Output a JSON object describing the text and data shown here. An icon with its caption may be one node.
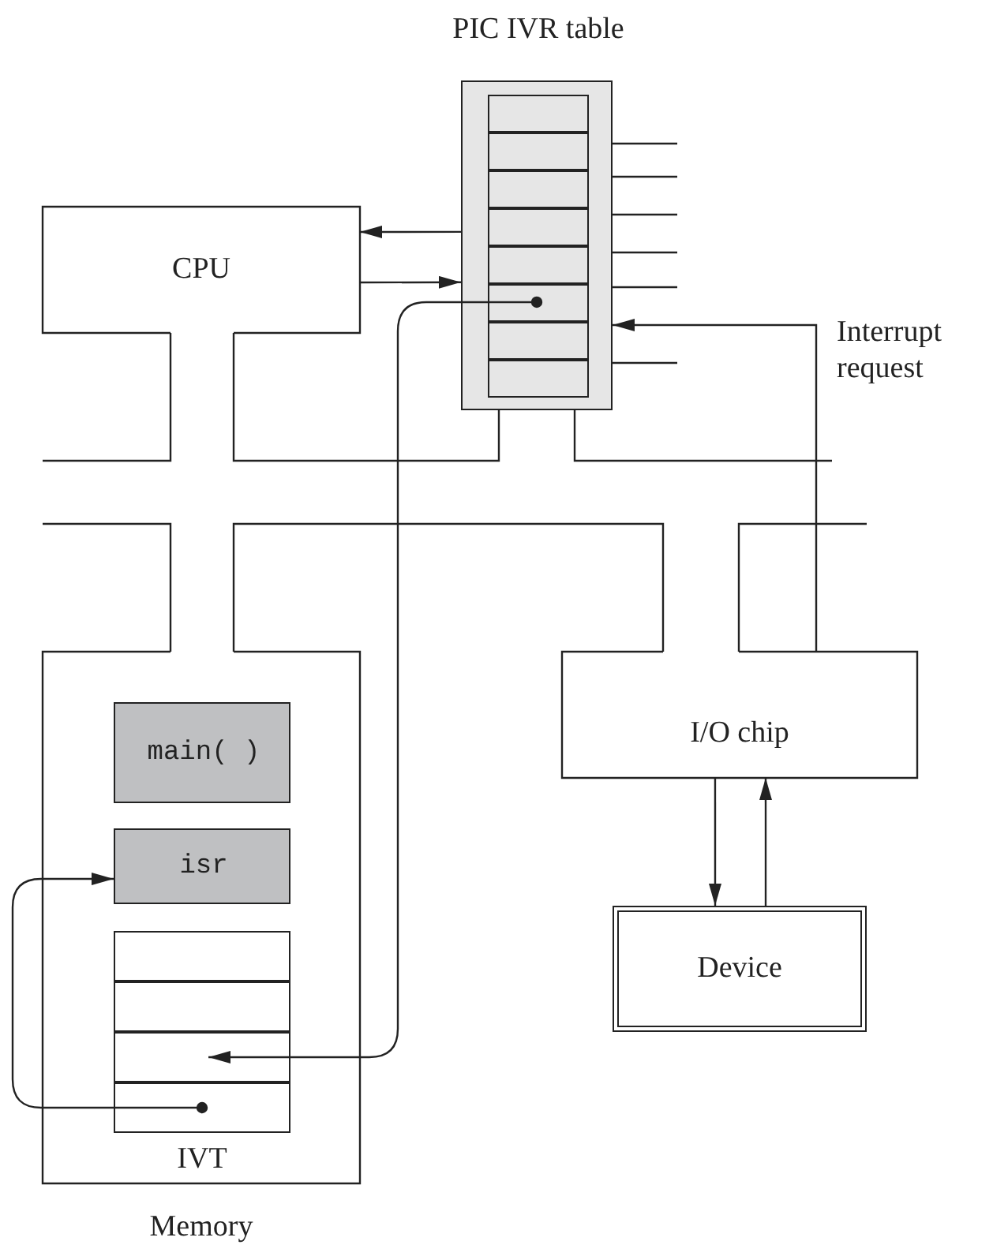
{
  "diagram": {
    "nodes": [
      {
        "text": [
          "CPU"
        ]
      },
      {
        "text": [
          "PIC IVR table"
        ]
      },
      {
        "text": [],
        "shape": "box",
        "in": 1
      },
      {
        "text": [],
        "shape": "box",
        "in": 1
      },
      {
        "text": [],
        "shape": "box",
        "in": 1
      },
      {
        "text": [],
        "shape": "box",
        "in": 1
      },
      {
        "text": [],
        "shape": "box",
        "in": 1
      },
      {
        "text": [],
        "shape": "box",
        "in": 1
      },
      {
        "text": [],
        "shape": "box",
        "in": 1
      },
      {
        "text": [],
        "shape": "box",
        "in": 1
      },
      {
        "text": [
          "Memory"
        ]
      },
      {
        "text": [
          "main( )"
        ],
        "in": 10
      },
      {
        "text": [
          "isr"
        ],
        "in": 10
      },
      {
        "text": [
          "IVT"
        ],
        "in": 10
      },
      {
        "text": [],
        "shape": "box",
        "in": 13
      },
      {
        "text": [],
        "shape": "box",
        "in": 13
      },
      {
        "text": [],
        "shape": "box",
        "in": 13
      },
      {
        "text": [],
        "shape": "box",
        "in": 13
      },
      {
        "text": [
          "I/O chip"
        ]
      },
      {
        "text": [
          "Device"
        ]
      }
    ],
    "edges": [
      {
        "from": 1,
        "to": 0,
        "arrow": "to"
      },
      {
        "from": 0,
        "to": 1,
        "arrow": "to"
      },
      {
        "from": 7,
        "to": 16,
        "arrow": "to"
      },
      {
        "from": 17,
        "to": 12,
        "arrow": "to"
      },
      {
        "from": 18,
        "to": 1,
        "arrow": "to",
        "label": "Interrupt request"
      },
      {
        "from": 18,
        "to": 19,
        "arrow": "to"
      },
      {
        "from": 19,
        "to": 18,
        "arrow": "to"
      }
    ]
  }
}
